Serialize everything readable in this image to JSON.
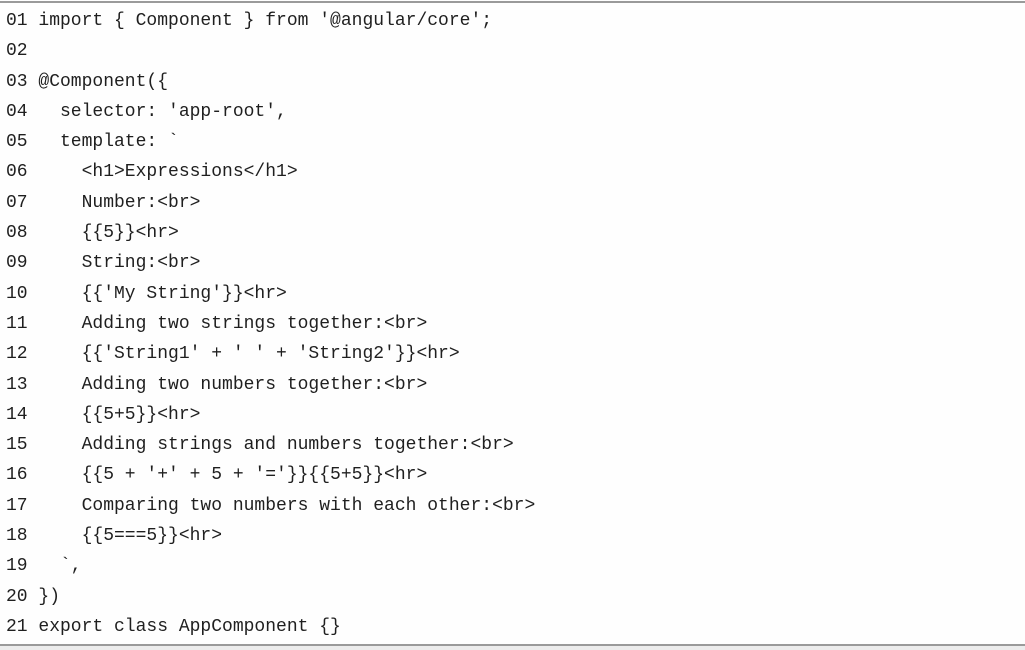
{
  "colors": {
    "text": "#1f1f1f",
    "rule": "#9a9a9a",
    "background": "#fefefe"
  },
  "listing": {
    "lines": [
      {
        "num": "01",
        "code": "import { Component } from '@angular/core';"
      },
      {
        "num": "02",
        "code": ""
      },
      {
        "num": "03",
        "code": "@Component({"
      },
      {
        "num": "04",
        "code": "  selector: 'app-root',"
      },
      {
        "num": "05",
        "code": "  template: `"
      },
      {
        "num": "06",
        "code": "    <h1>Expressions</h1>"
      },
      {
        "num": "07",
        "code": "    Number:<br>"
      },
      {
        "num": "08",
        "code": "    {{5}}<hr>"
      },
      {
        "num": "09",
        "code": "    String:<br>"
      },
      {
        "num": "10",
        "code": "    {{'My String'}}<hr>"
      },
      {
        "num": "11",
        "code": "    Adding two strings together:<br>"
      },
      {
        "num": "12",
        "code": "    {{'String1' + ' ' + 'String2'}}<hr>"
      },
      {
        "num": "13",
        "code": "    Adding two numbers together:<br>"
      },
      {
        "num": "14",
        "code": "    {{5+5}}<hr>"
      },
      {
        "num": "15",
        "code": "    Adding strings and numbers together:<br>"
      },
      {
        "num": "16",
        "code": "    {{5 + '+' + 5 + '='}}{{5+5}}<hr>"
      },
      {
        "num": "17",
        "code": "    Comparing two numbers with each other:<br>"
      },
      {
        "num": "18",
        "code": "    {{5===5}}<hr>"
      },
      {
        "num": "19",
        "code": "  `,"
      },
      {
        "num": "20",
        "code": "})"
      },
      {
        "num": "21",
        "code": "export class AppComponent {}"
      }
    ]
  }
}
